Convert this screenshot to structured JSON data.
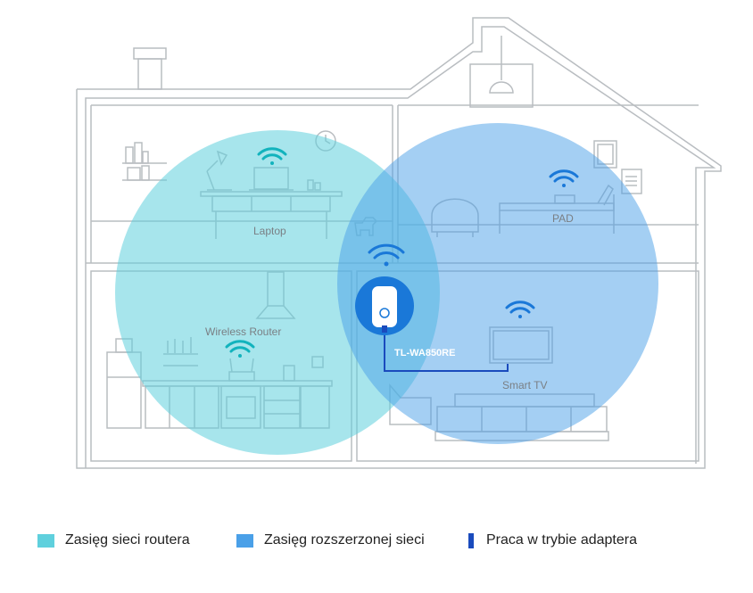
{
  "colors": {
    "router_range": "#5fd0dd",
    "extended_range": "#4aa0e8",
    "adapter_mode": "#1a4bbd",
    "wifi_router": "#12b3bd",
    "wifi_extended": "#1a78d8",
    "line": "#b9bdc1",
    "label": "#7a7f84"
  },
  "diagram": {
    "devices": {
      "laptop": "Laptop",
      "pad": "PAD",
      "wireless_router": "Wireless Router",
      "extender": "TL-WA850RE",
      "smart_tv": "Smart TV"
    }
  },
  "legend": {
    "items": [
      {
        "label": "Zasięg sieci routera",
        "color": "#5fd0dd",
        "icon": "square-swatch-icon"
      },
      {
        "label": "Zasięg rozszerzonej sieci",
        "color": "#4aa0e8",
        "icon": "square-swatch-icon"
      },
      {
        "label": "Praca w trybie adaptera",
        "color": "#1a4bbd",
        "icon": "bar-swatch-icon"
      }
    ]
  }
}
